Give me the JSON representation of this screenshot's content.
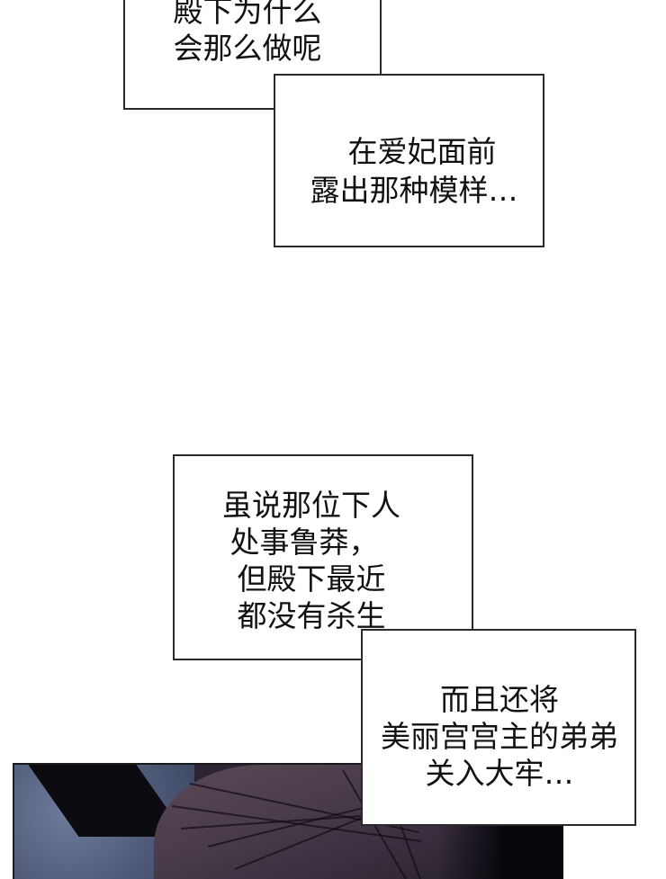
{
  "page": {
    "type": "comic-strip-fragment",
    "background_color": "#ffffff"
  },
  "bubble_1": {
    "top_block": {
      "lines": [
        "殿下为什么",
        "会那么做呢"
      ]
    },
    "bottom_block": {
      "lines": [
        "在爱妃面前",
        "露出那种模样…"
      ]
    }
  },
  "bubble_2": {
    "top_block": {
      "lines": [
        "虽说那位下人",
        "处事鲁莽，",
        "但殿下最近",
        "都没有杀生"
      ]
    },
    "bottom_block": {
      "lines": [
        "而且还将",
        "美丽宫宫主的弟弟",
        "关入大牢…"
      ]
    }
  },
  "panel": {
    "description": "dark illustrated panel showing top of a character's head with hair against a night sky",
    "colors": {
      "sky": "#4e5a78",
      "hair": "#4a3c4b",
      "shadow": "#07060b"
    }
  }
}
